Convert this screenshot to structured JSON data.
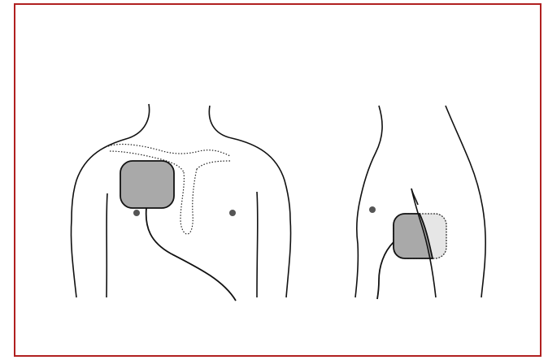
{
  "colors": {
    "frame_border": "#b02020",
    "outline": "#111111",
    "device_fill": "#a9a9a9",
    "device_light_fill": "#e6e6e6",
    "nipple": "#555555",
    "background": "#ffffff"
  },
  "figures": [
    {
      "name": "front-view",
      "features": [
        "torso-outline",
        "clavicle-sternum-dotted",
        "pectoral-pad",
        "nipple-right",
        "nipple-left",
        "lead-cable"
      ]
    },
    {
      "name": "side-view",
      "features": [
        "torso-outline",
        "lateral-pad",
        "nipple",
        "lead-cable"
      ]
    }
  ]
}
